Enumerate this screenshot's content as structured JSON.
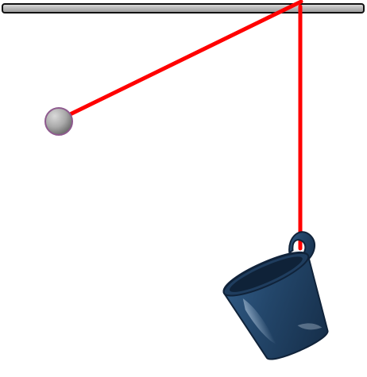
{
  "scene": {
    "background": "#ffffff",
    "objects": [
      "horizontal-rod",
      "pivot-point",
      "ball-string",
      "ball",
      "mug-string",
      "mug"
    ]
  },
  "colors": {
    "rod_fill": "#b3b3b3",
    "rod_stroke": "#111111",
    "string": "#ff0000",
    "ball_light": "#cfcfcf",
    "ball_dark": "#6b6b6b",
    "ball_outline": "#8e5a8e",
    "mug_body": "#23466a",
    "mug_dark": "#142b45",
    "mug_highlight": "#6f8fb2",
    "mug_inner": "#0f2238"
  }
}
